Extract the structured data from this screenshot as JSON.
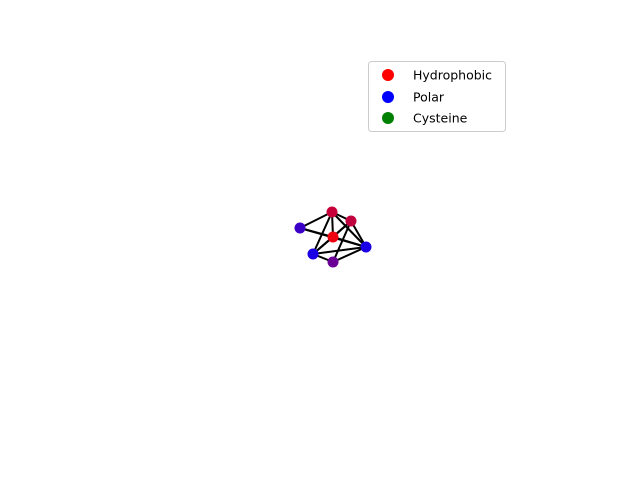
{
  "legend": {
    "placement": "top-right",
    "items": [
      {
        "label": "Hydrophobic",
        "color": "#ff0000"
      },
      {
        "label": "Polar",
        "color": "#0000ff"
      },
      {
        "label": "Cysteine",
        "color": "#008000"
      }
    ]
  },
  "graph": {
    "edge_color": "#000000",
    "nodes": [
      {
        "id": "n1",
        "color": "#c8003a"
      },
      {
        "id": "n2",
        "color": "#c0003f"
      },
      {
        "id": "n3",
        "color": "#3a00c5"
      },
      {
        "id": "n4",
        "color": "#ef0010"
      },
      {
        "id": "n5",
        "color": "#1a00e5"
      },
      {
        "id": "n6",
        "color": "#1a00e5"
      },
      {
        "id": "n7",
        "color": "#6a0095"
      }
    ],
    "edges": [
      [
        "n1",
        "n2"
      ],
      [
        "n1",
        "n3"
      ],
      [
        "n1",
        "n4"
      ],
      [
        "n1",
        "n5"
      ],
      [
        "n1",
        "n6"
      ],
      [
        "n2",
        "n4"
      ],
      [
        "n2",
        "n5"
      ],
      [
        "n2",
        "n6"
      ],
      [
        "n2",
        "n7"
      ],
      [
        "n3",
        "n4"
      ],
      [
        "n3",
        "n6"
      ],
      [
        "n4",
        "n5"
      ],
      [
        "n4",
        "n6"
      ],
      [
        "n5",
        "n6"
      ],
      [
        "n5",
        "n7"
      ],
      [
        "n6",
        "n7"
      ]
    ]
  }
}
